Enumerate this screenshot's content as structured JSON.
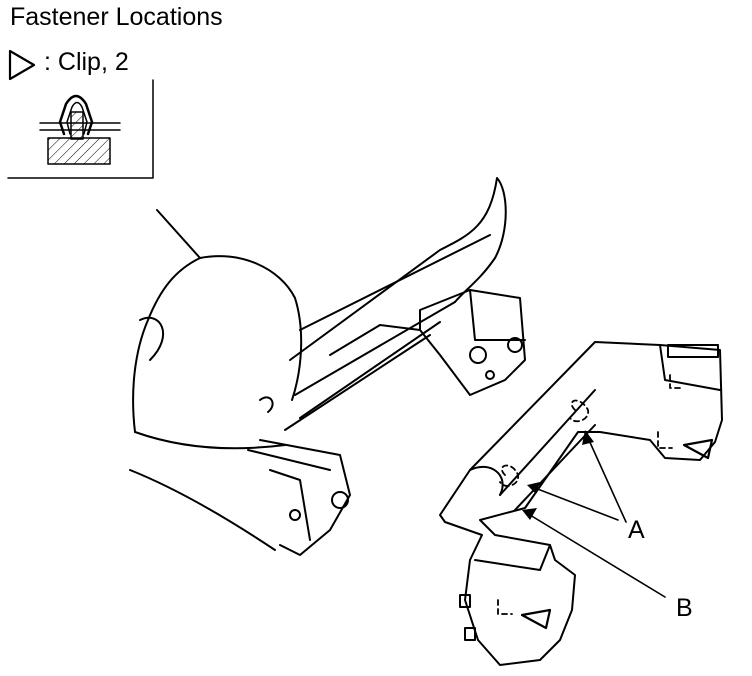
{
  "header": {
    "title": "Fastener Locations"
  },
  "legend": {
    "clip_text": ": Clip, 2"
  },
  "callouts": {
    "a": "A",
    "b": "B"
  }
}
